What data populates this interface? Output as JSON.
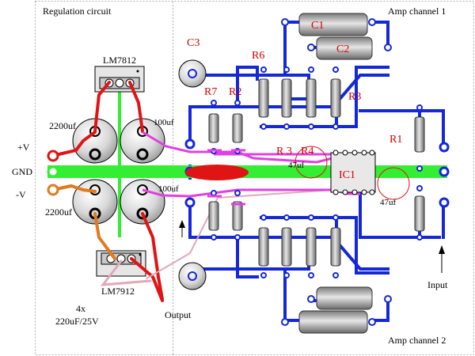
{
  "sections": {
    "regulation": "Regulation circuit",
    "amp1": "Amp channel 1",
    "amp2": "Amp channel 2"
  },
  "regulators": {
    "top": "LM7812",
    "bottom": "LM7912"
  },
  "rails": {
    "pos": "+V",
    "gnd": "GND",
    "neg": "-V"
  },
  "caps": {
    "filter_top": "2200uf",
    "filter_bottom": "2200uf",
    "dec_top": "100uf",
    "dec_bottom": "100uf",
    "summary_count": "4x",
    "summary_rating": "220uF/25V",
    "ic_cap_left": "47uf",
    "ic_cap_right": "47uf"
  },
  "components": {
    "c1": "C1",
    "c2": "C2",
    "c3": "C3",
    "r1": "R1",
    "r2": "R2",
    "r3a": "R3",
    "r3b": "R 3",
    "r4": "R4",
    "r6": "R6",
    "r7": "R7",
    "ic1": "IC1"
  },
  "io": {
    "output": "Output",
    "input": "Input"
  },
  "colors": {
    "ground_bus": "#33ee33",
    "trace": "#1428d8",
    "pos_wire": "#e01414",
    "neg_wire": "#e07a1e",
    "signal_wire": "#e040e0",
    "label_red": "#d40000",
    "resistor_body": "#b9b9b9"
  }
}
